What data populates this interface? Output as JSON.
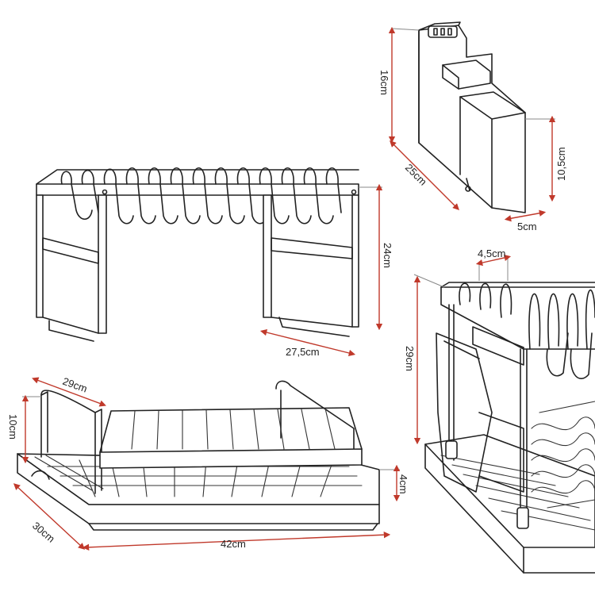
{
  "dimensions": {
    "holder_height": "16cm",
    "holder_length": "25cm",
    "holder_side_height": "10,5cm",
    "holder_width": "5cm",
    "upper_height": "24cm",
    "upper_depth": "27,5cm",
    "top_width": "29cm",
    "top_height": "10cm",
    "base_depth": "30cm",
    "base_length": "42cm",
    "tray_height": "4cm",
    "divider_gap": "4,5cm",
    "total_height": "29cm"
  },
  "colors": {
    "line": "#222222",
    "dimension": "#c0392b"
  }
}
